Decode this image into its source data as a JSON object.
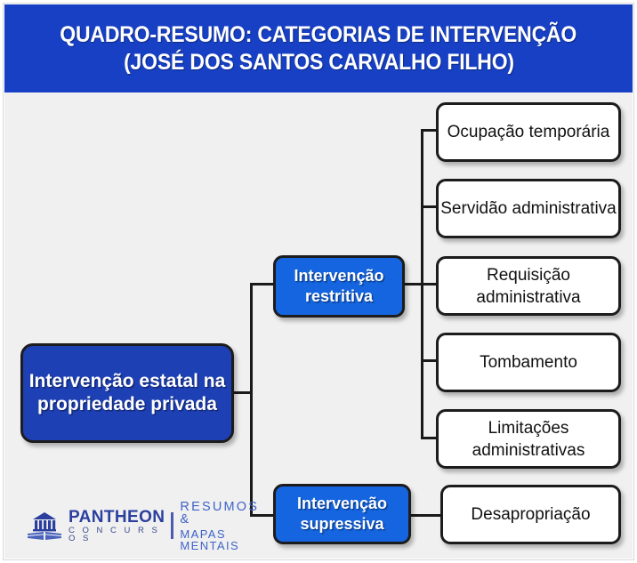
{
  "header": {
    "title_line1": "QUADRO-RESUMO: CATEGORIAS DE INTERVENÇÃO",
    "title_line2": "(JOSÉ DOS SANTOS CARVALHO FILHO)",
    "background_color": "#1740c4",
    "text_color": "#ffffff"
  },
  "diagram": {
    "background_color": "#f0f0f0",
    "root": {
      "label": "Intervenção estatal na propriedade privada",
      "color": "#1e40b5"
    },
    "branches": [
      {
        "label": "Intervenção restritiva",
        "color": "#1565e0",
        "children": [
          {
            "label": "Ocupação temporária"
          },
          {
            "label": "Servidão administrativa"
          },
          {
            "label": "Requisição administrativa"
          },
          {
            "label": "Tombamento"
          },
          {
            "label": "Limitações administrativas"
          }
        ]
      },
      {
        "label": "Intervenção supressiva",
        "color": "#1565e0",
        "children": [
          {
            "label": "Desapropriação"
          }
        ]
      }
    ],
    "leaf_color": "#ffffff",
    "line_color": "#1a1a1a"
  },
  "footer": {
    "logo": {
      "icon": "pantheon-building-book-icon",
      "brand_name": "PANTHEON",
      "brand_sub": "C O N C U R S O S",
      "tagline_line1": "RESUMOS &",
      "tagline_line2": "MAPAS MENTAIS",
      "brand_color": "#2b3f9e",
      "tagline_color": "#3f63c8"
    }
  }
}
